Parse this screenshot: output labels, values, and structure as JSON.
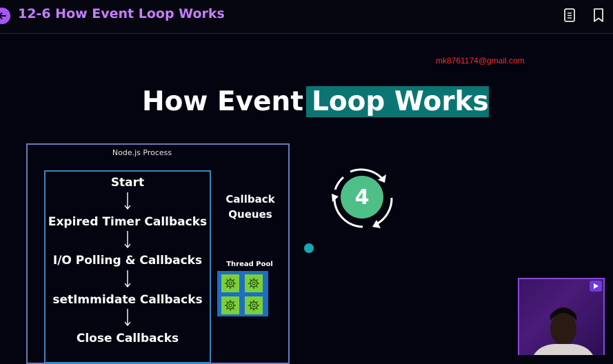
{
  "header": {
    "lesson_title": "12-6 How Event Loop Works",
    "icons": [
      "arrow-left-icon",
      "notes-icon",
      "bookmark-icon"
    ]
  },
  "slide": {
    "watermark_email": "mk8761174@gmail.com",
    "heading_plain": "How Event",
    "heading_highlight": "Loop Works",
    "highlight_color": "#0b7574",
    "process_label": "Node.js Process",
    "phases": [
      "Start",
      "Expired Timer Callbacks",
      "I/O Polling & Callbacks",
      "setImmidate Callbacks",
      "Close Callbacks"
    ],
    "callback_queues_line1": "Callback",
    "callback_queues_line2": "Queues",
    "thread_pool_label": "Thread Pool",
    "cycle_number": "4",
    "cycle_color": "#4fbf88"
  },
  "webcam": {
    "accent_color": "#8a46d8"
  }
}
